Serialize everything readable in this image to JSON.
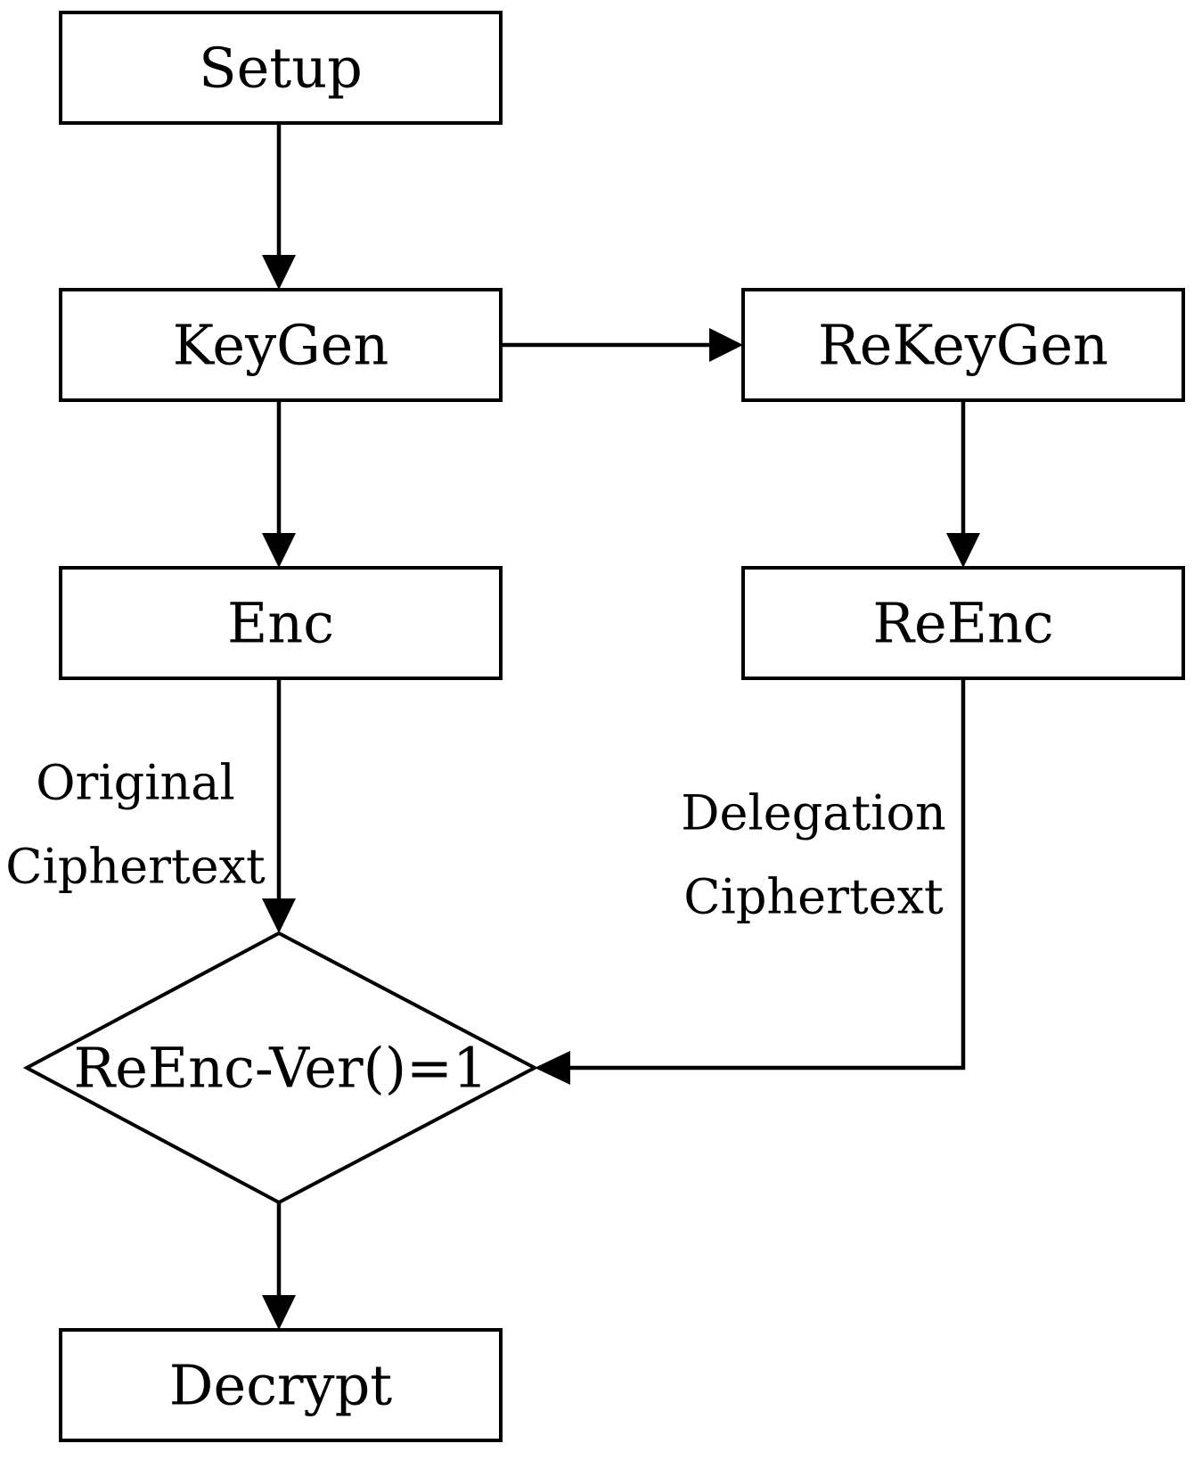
{
  "nodes": {
    "setup": "Setup",
    "keygen": "KeyGen",
    "rekeygen": "ReKeyGen",
    "enc": "Enc",
    "reenc": "ReEnc",
    "verify": "ReEnc-Ver()=1",
    "decrypt": "Decrypt"
  },
  "edge_labels": {
    "original_line1": "Original",
    "original_line2": "Ciphertext",
    "delegation_line1": "Delegation",
    "delegation_line2": "Ciphertext"
  },
  "colors": {
    "stroke": "#000000",
    "background": "#ffffff"
  }
}
